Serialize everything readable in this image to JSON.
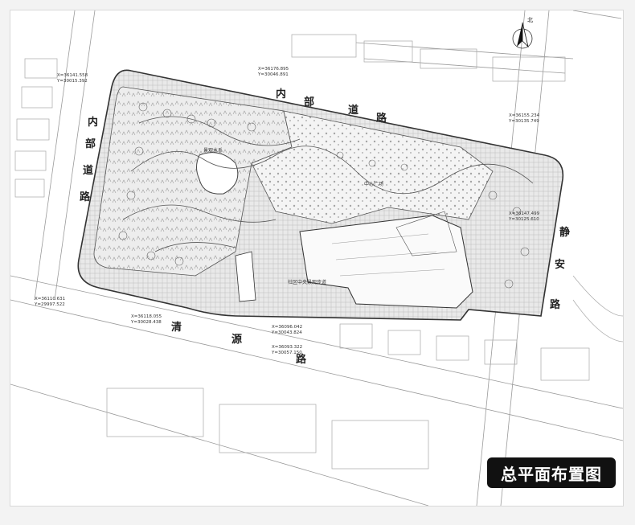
{
  "title": "总平面布置图",
  "north_label": "北",
  "roads": {
    "inner_north": [
      "内",
      "部",
      "道",
      "路"
    ],
    "inner_west": [
      "内",
      "部",
      "道",
      "路"
    ],
    "jingan": [
      "静",
      "安",
      "路"
    ],
    "qingyuan": [
      "清",
      "源",
      "路"
    ]
  },
  "notes": [
    "社区中央景观步道",
    "景观水系",
    "中心广场"
  ],
  "coordinates": [
    "X=36141.558",
    "Y=30015.392",
    "X=36176.895",
    "Y=30046.891",
    "X=36155.234",
    "Y=30135.749",
    "X=36147.499",
    "Y=30125.610",
    "X=36118.055",
    "Y=30028.438",
    "X=36096.042",
    "Y=30043.824",
    "X=36110.631",
    "Y=29997.522",
    "X=36093.322",
    "Y=30057.150"
  ]
}
